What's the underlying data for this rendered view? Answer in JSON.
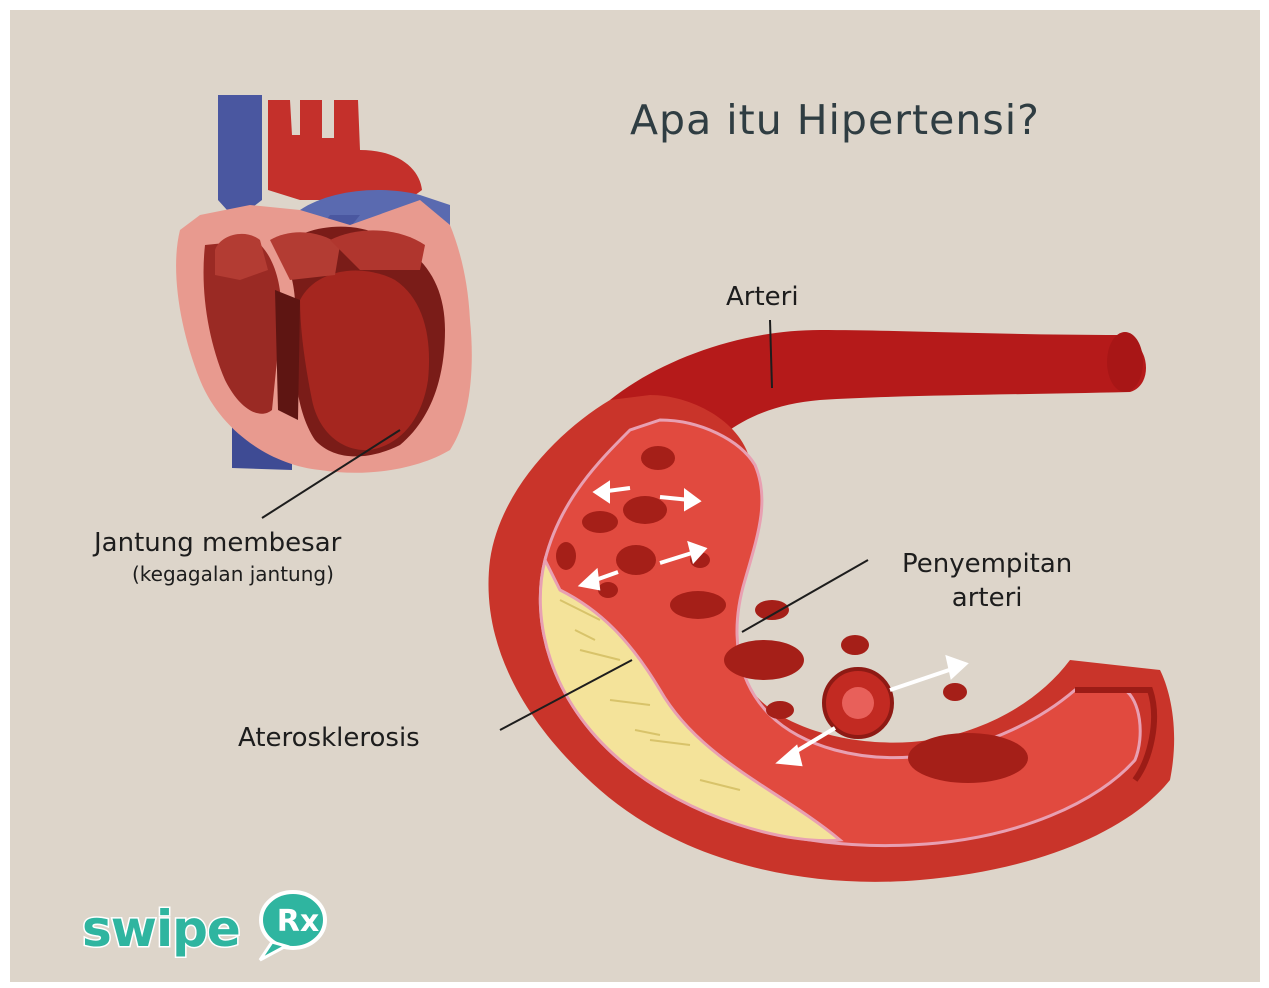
{
  "title": "Apa itu Hipertensi?",
  "labels": {
    "arteri": "Arteri",
    "jantung_main": "Jantung membesar",
    "jantung_sub": "(kegagalan jantung)",
    "penyempitan_line1": "Penyempitan",
    "penyempitan_line2": "arteri",
    "aterosklerosis": "Aterosklerosis"
  },
  "logo": {
    "brand": "swipe",
    "mark": "Rx"
  },
  "colors": {
    "background": "#ddd5ca",
    "title": "#2f3d42",
    "artery_red": "#b51a1a",
    "plaque_yellow": "#f4e39a",
    "vein_blue": "#4a57a0",
    "brand_teal": "#2fb5a0"
  }
}
